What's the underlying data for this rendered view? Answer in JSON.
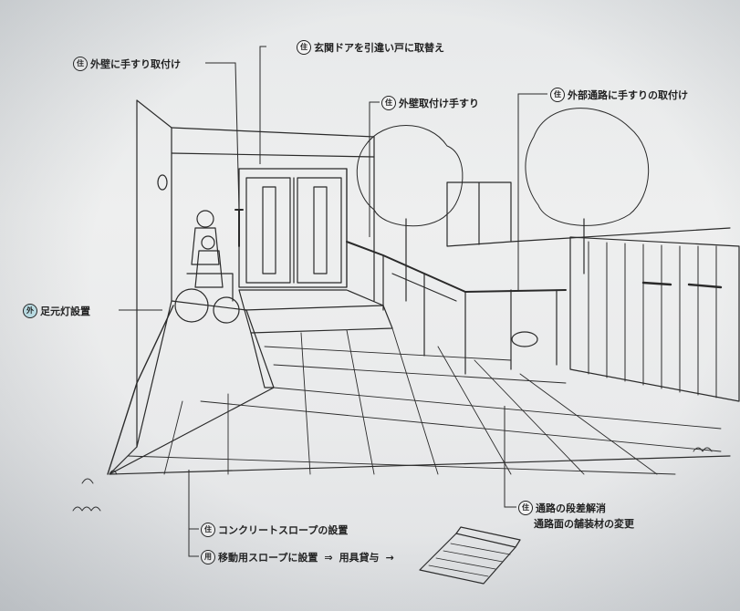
{
  "annotations": {
    "wall_handrail": {
      "badge": "住",
      "text": "外壁に手すり取付け"
    },
    "entrance_door": {
      "badge": "住",
      "text": "玄関ドアを引違い戸に取替え"
    },
    "wall_mounted_handrail": {
      "badge": "住",
      "text": "外壁取付け手すり"
    },
    "outdoor_path_handrail": {
      "badge": "住",
      "text": "外部通路に手すりの取付け"
    },
    "foot_light": {
      "badge": "外",
      "text": "足元灯設置"
    },
    "path_level": {
      "badge": "住",
      "line1": "通路の段差解消",
      "line2": "通路面の舗装材の変更"
    },
    "concrete_slope": {
      "badge": "住",
      "text": "コンクリートスロープの設置"
    },
    "mobile_slope": {
      "badge": "用",
      "text": "移動用スロープに設置",
      "arrow": "⇒",
      "text2": "用具貸与",
      "arrow2": "→"
    }
  },
  "colors": {
    "ink": "#2a2a2a",
    "badge_blue": "#bfe3ea"
  }
}
